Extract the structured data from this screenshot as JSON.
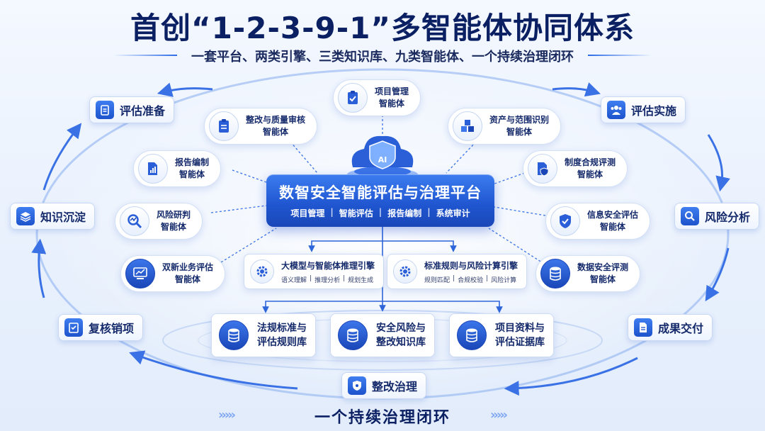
{
  "title": "首创“1-2-3-9-1”多智能体协同体系",
  "subtitle": "一套平台、两类引擎、三类知识库、九类智能体、一个持续治理闭环",
  "cycle": {
    "prepare": "评估准备",
    "implement": "评估实施",
    "risk_analysis": "风险分析",
    "delivery": "成果交付",
    "governance": "整改治理",
    "review": "复核销项",
    "knowledge": "知识沉淀"
  },
  "agents": [
    {
      "line1": "项目管理",
      "line2": "智能体",
      "icon": "clipboard-check-icon"
    },
    {
      "line1": "资产与范围识别",
      "line2": "智能体",
      "icon": "cubes-icon"
    },
    {
      "line1": "制度合规评测",
      "line2": "智能体",
      "icon": "document-shield-icon"
    },
    {
      "line1": "信息安全评估",
      "line2": "智能体",
      "icon": "shield-check-icon"
    },
    {
      "line1": "数据安全评测",
      "line2": "智能体",
      "icon": "database-icon"
    },
    {
      "line1": "整改与质量审核",
      "line2": "智能体",
      "icon": "clipboard-list-icon"
    },
    {
      "line1": "报告编制",
      "line2": "智能体",
      "icon": "report-chart-icon"
    },
    {
      "line1": "风险研判",
      "line2": "智能体",
      "icon": "magnify-chart-icon"
    },
    {
      "line1": "双新业务评估",
      "line2": "智能体",
      "icon": "monitor-chart-icon"
    }
  ],
  "platform": {
    "badge": "AI",
    "title": "数智安全智能评估与治理平台",
    "functions": [
      "项目管理",
      "智能评估",
      "报告编制",
      "系统审计"
    ],
    "separator": "|"
  },
  "engines": [
    {
      "title": "大模型与智能体推理引擎",
      "subs": [
        "语义理解",
        "推理分析",
        "规划生成"
      ],
      "icon": "gear-icon"
    },
    {
      "title": "标准规则与风险计算引擎",
      "subs": [
        "规则匹配",
        "合规校验",
        "风险计算"
      ],
      "icon": "gear-icon"
    }
  ],
  "knowledge_bases": [
    {
      "line1": "法规标准与",
      "line2": "评估规则库",
      "icon": "database-icon"
    },
    {
      "line1": "安全风险与",
      "line2": "整改知识库",
      "icon": "database-icon"
    },
    {
      "line1": "项目资料与",
      "line2": "评估证据库",
      "icon": "database-icon"
    }
  ],
  "slogan": "一个持续治理闭环",
  "decor": {
    "chevrons": "›››››"
  },
  "colors": {
    "primary": "#1f55cf",
    "accent": "#3c7cf0",
    "title": "#0b1f63"
  }
}
